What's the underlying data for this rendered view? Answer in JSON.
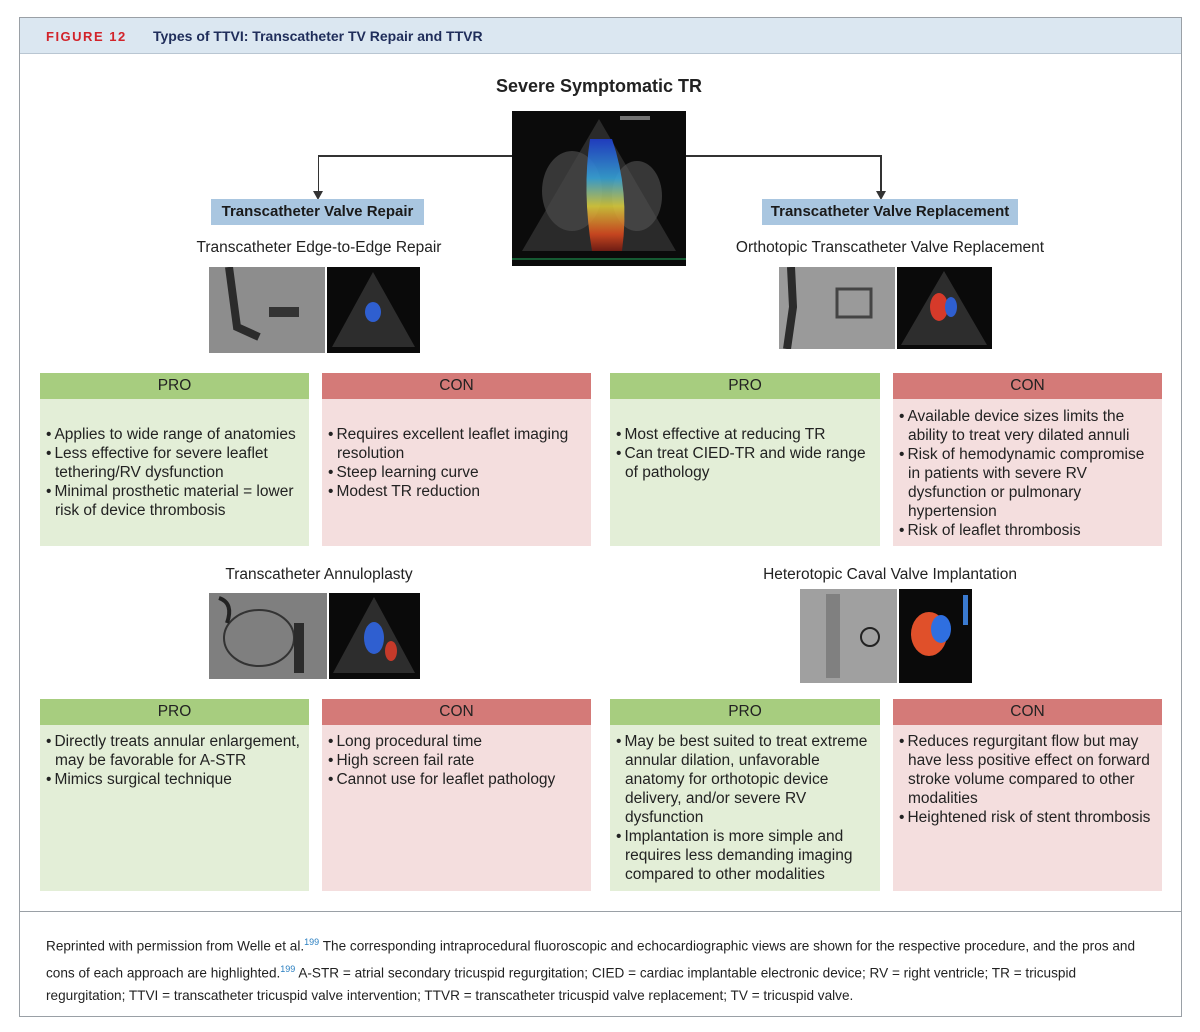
{
  "figure": {
    "number": "FIGURE 12",
    "title": "Types of TTVI: Transcatheter TV Repair and TTVR"
  },
  "main_title": "Severe Symptomatic TR",
  "categories": {
    "repair": "Transcatheter Valve Repair",
    "replacement": "Transcatheter Valve Replacement"
  },
  "procedures": [
    {
      "title": "Transcatheter Edge-to-Edge Repair",
      "pro_label": "PRO",
      "con_label": "CON",
      "pros": [
        "Applies to wide range of anatomies",
        "Less effective for severe leaflet tethering/RV dysfunction",
        "Minimal prosthetic material = lower risk of device thrombosis"
      ],
      "cons": [
        "Requires excellent leaflet imaging resolution",
        "Steep learning curve",
        "Modest TR reduction"
      ]
    },
    {
      "title": "Orthotopic Transcatheter Valve Replacement",
      "pro_label": "PRO",
      "con_label": "CON",
      "pros": [
        "Most effective at reducing TR",
        "Can treat CIED-TR and wide range of pathology"
      ],
      "cons": [
        "Available device sizes limits the ability to treat very dilated annuli",
        "Risk of hemodynamic compromise in patients with severe RV dysfunction or pulmonary hypertension",
        "Risk of leaflet thrombosis"
      ]
    },
    {
      "title": "Transcatheter Annuloplasty",
      "pro_label": "PRO",
      "con_label": "CON",
      "pros": [
        "Directly treats annular enlargement, may be favorable for A-STR",
        "Mimics surgical technique"
      ],
      "cons": [
        "Long procedural time",
        "High screen fail rate",
        "Cannot use for leaflet pathology"
      ]
    },
    {
      "title": "Heterotopic Caval Valve Implantation",
      "pro_label": "PRO",
      "con_label": "CON",
      "pros": [
        "May be best suited to treat extreme annular dilation, unfavorable anatomy for orthotopic device delivery, and/or severe RV dysfunction",
        "Implantation is more simple and requires less demanding imaging compared to other modalities"
      ],
      "cons": [
        "Reduces regurgitant flow but may have less positive effect on forward stroke volume compared to other modalities",
        "Heightened risk of stent thrombosis"
      ]
    }
  ],
  "caption": {
    "part1": "Reprinted with permission from Welle et al.",
    "ref1": "199",
    "part2": " The corresponding intraprocedural fluoroscopic and echocardiographic views are shown for the respective procedure, and the pros and cons of each approach are highlighted.",
    "ref2": "199",
    "part3": " A-STR = atrial secondary tricuspid regurgitation; CIED = cardiac implantable electronic device; RV = right ventricle; TR = tricuspid regurgitation; TTVI = transcatheter tricuspid valve intervention; TTVR = transcatheter tricuspid valve replacement; TV = tricuspid valve."
  },
  "colors": {
    "pro_header": "#a7cd7f",
    "pro_body": "#e3eed7",
    "con_header": "#d47a78",
    "con_body": "#f4dede",
    "category_label": "#a9c6e0",
    "header_band": "#dbe7f1",
    "figure_number": "#d2232a"
  }
}
